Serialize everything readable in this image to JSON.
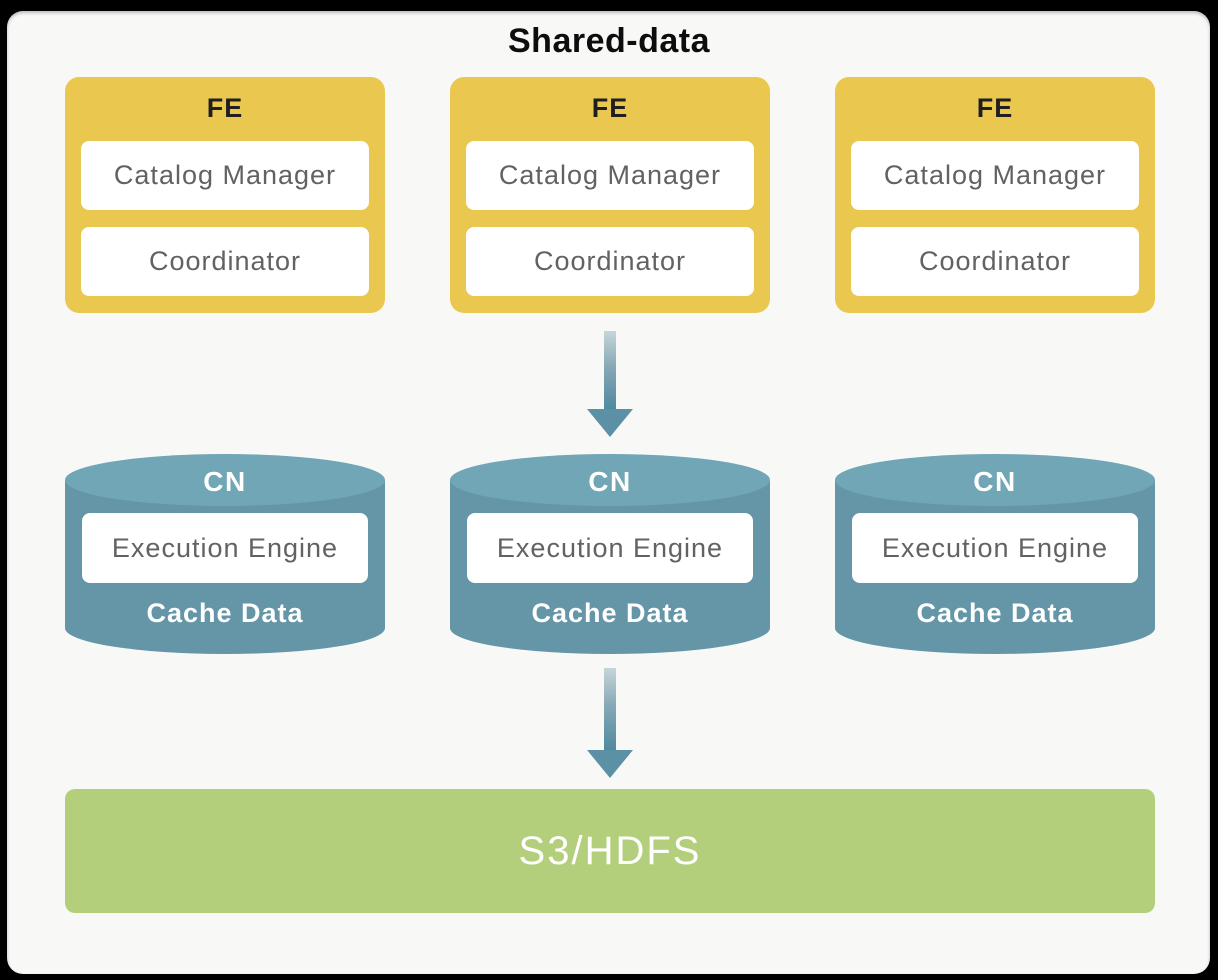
{
  "title": "Shared-data",
  "fe_nodes": [
    {
      "label": "FE",
      "components": [
        "Catalog Manager",
        "Coordinator"
      ]
    },
    {
      "label": "FE",
      "components": [
        "Catalog Manager",
        "Coordinator"
      ]
    },
    {
      "label": "FE",
      "components": [
        "Catalog Manager",
        "Coordinator"
      ]
    }
  ],
  "cn_nodes": [
    {
      "label": "CN",
      "engine": "Execution Engine",
      "cache": "Cache Data"
    },
    {
      "label": "CN",
      "engine": "Execution Engine",
      "cache": "Cache Data"
    },
    {
      "label": "CN",
      "engine": "Execution Engine",
      "cache": "Cache Data"
    }
  ],
  "storage": {
    "label": "S3/HDFS"
  },
  "colors": {
    "background": "#000000",
    "card": "#f8f8f7",
    "fe_fill": "#eac84f",
    "cn_fill": "#6496a8",
    "cn_fill_light": "#70a6b6",
    "storage_fill": "#b3cf7b",
    "component_text": "#626262",
    "label_text_dark": "#1f1f1f",
    "label_text_light": "#ffffff",
    "arrow": "#4e89a0"
  }
}
